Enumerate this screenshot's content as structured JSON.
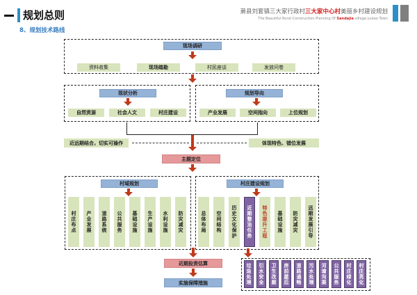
{
  "header": {
    "section_title": "规划总则",
    "subsection_title": "8、规划技术路线",
    "project_title_part1": "萧县刘套镇三大家行政村",
    "project_title_highlight": "三大家中心村",
    "project_title_part2": "美丽乡村建设规划",
    "project_subtitle_part1": "The Beautiful Rural Construction Planning Of",
    "project_subtitle_highlight": "Sandajia",
    "project_subtitle_part2": "village,Liutao Town"
  },
  "colors": {
    "accent_blue": "#2e8fc8",
    "accent_gray": "#7f7f7f",
    "box_blue": "#95b3d7",
    "box_green": "#d8e4bc",
    "box_pink": "#e6999b",
    "box_purple": "#8064a2",
    "arrow_red": "#c0391b",
    "highlight_red": "#c0392b"
  },
  "flow": {
    "survey": {
      "title": "现场调研",
      "items": [
        "资料收集",
        "现场踏勘",
        "村民座谈",
        "发放问卷"
      ]
    },
    "analysis": {
      "title": "现状分析",
      "items": [
        "自然资源",
        "社会人文",
        "村庄建设"
      ]
    },
    "guidance": {
      "title": "规划导向",
      "items": [
        "产业发展",
        "空间指向",
        "上位规划"
      ]
    },
    "principles": {
      "left": "近远期结合，切实可操作",
      "right": "体现特色、错位发展"
    },
    "theme": "主题定位",
    "village_area": {
      "title": "村域规划",
      "items": [
        "村庄布点",
        "产业发展",
        "道路系统",
        "公共服务",
        "基础设施",
        "生产设施",
        "水利设施",
        "防灾减灾"
      ]
    },
    "village_construction": {
      "title": "村庄建设规划",
      "items": [
        "总体布局",
        "空间结构",
        "历史文化保护",
        "近期整治任务",
        "特色提升工程",
        "基础设施",
        "防灾减灾",
        "远期发展引导"
      ]
    },
    "near_term_tasks": [
      "垃圾处理",
      "引水安全",
      "卫生改厕",
      "房前屋后",
      "道路通畅",
      "污水处理",
      "河塘沟渠",
      "公共服务",
      "村庄绿化",
      "村庄亮化"
    ],
    "investment": "近期投资估算",
    "safeguard": "实施保障措施"
  }
}
